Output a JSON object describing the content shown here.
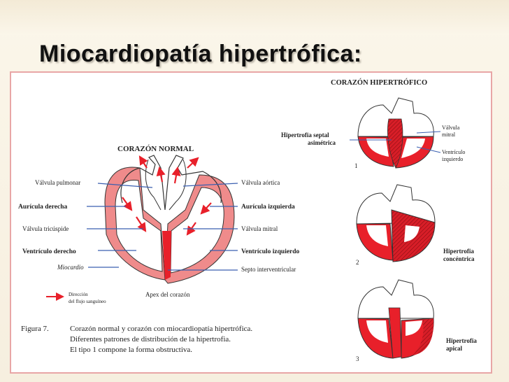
{
  "slide": {
    "title": "Miocardiopatía hipertrófica:"
  },
  "normal_heart": {
    "title": "CORAZÓN NORMAL",
    "left_labels": [
      "Válvula pulmonar",
      "Aurícula derecha",
      "Válvula tricúspide",
      "Ventrículo derecho",
      "Miocardio"
    ],
    "right_labels": [
      "Válvula aórtica",
      "Aurícula izquierda",
      "Válvula mitral",
      "Ventrículo izquierdo",
      "Septo interventricular"
    ],
    "apex_label": "Apex del corazón",
    "legend": {
      "line1": "Dirección",
      "line2": "del flujo sanguíneo"
    }
  },
  "hypertrophic": {
    "title": "CORAZÓN HIPERTRÓFICO",
    "panel1": {
      "number": "1",
      "label_left_1": "Hipertrofia septal",
      "label_left_2": "asimétrica",
      "label_r1a": "Válvula",
      "label_r1b": "mitral",
      "label_r2a": "Ventrículo",
      "label_r2b": "izquierdo"
    },
    "panel2": {
      "number": "2",
      "label_1": "Hipertrofia",
      "label_2": "concéntrica"
    },
    "panel3": {
      "number": "3",
      "label_1": "Hipertrofia",
      "label_2": "apical"
    }
  },
  "caption": {
    "figure": "Figura 7.",
    "line1": "Corazón normal y corazón con miocardiopatía hipertrófica.",
    "line2": "Diferentes patrones de distribución de la hipertrofia.",
    "line3": "El tipo 1 compone la forma obstructiva."
  },
  "colors": {
    "myocardium": "#e8202a",
    "myocardium_light": "#f08a8a",
    "arrow_line": "#3a5fb0",
    "frame": "#e8a6a6"
  }
}
